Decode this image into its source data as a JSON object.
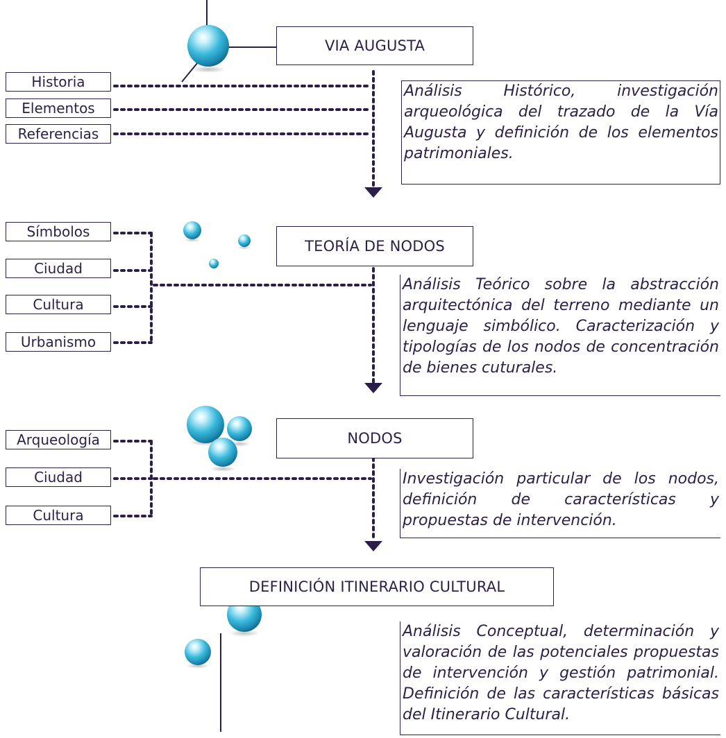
{
  "sections": [
    {
      "title": "VIA AUGUSTA",
      "items": [
        "Historia",
        "Elementos",
        "Referencias"
      ],
      "description": "Análisis Histórico, investigación arqueológica del trazado de la Vía Augusta y definición de los elementos patrimoniales."
    },
    {
      "title": "TEORÍA DE NODOS",
      "items": [
        "Símbolos",
        "Ciudad",
        "Cultura",
        "Urbanismo"
      ],
      "description": "Análisis Teórico sobre la abstracción arquitectónica del terreno mediante un lenguaje simbólico. Caracterización y tipologías de los nodos de concentración de bienes cuturales."
    },
    {
      "title": "NODOS",
      "items": [
        "Arqueología",
        "Ciudad",
        "Cultura"
      ],
      "description": "Investigación particular de los nodos, definición de características y propuestas de intervención."
    },
    {
      "title": "DEFINICIÓN ITINERARIO CULTURAL",
      "items": [],
      "description": "Análisis Conceptual, determinación y valoración de las potenciales propuestas de intervención y gestión patrimonial. Definición de las características básicas del Itinerario Cultural."
    }
  ],
  "colors": {
    "line": "#2b1f4a",
    "sphere": "#35b6d9"
  }
}
